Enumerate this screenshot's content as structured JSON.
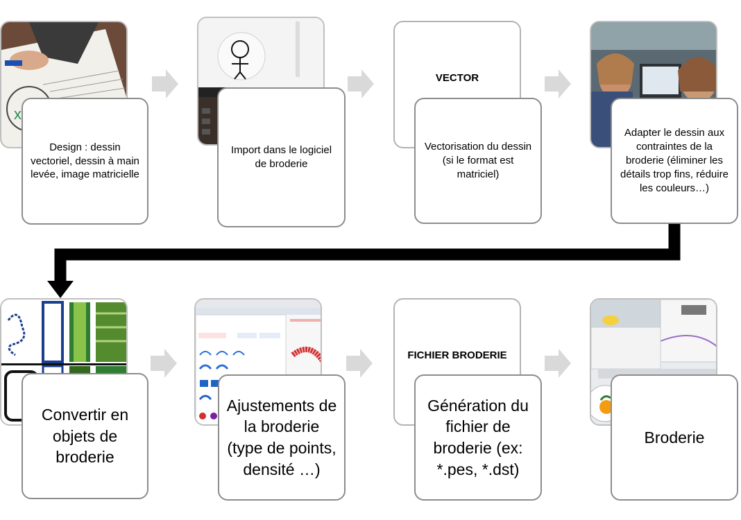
{
  "steps": [
    {
      "id": "design",
      "tile_type": "photo",
      "tile_text": "",
      "caption": "Design : dessin vectoriel, dessin à main levée, image matricielle"
    },
    {
      "id": "import",
      "tile_type": "photo",
      "tile_text": "",
      "caption": "Import dans le logiciel de broderie"
    },
    {
      "id": "vector",
      "tile_type": "text",
      "tile_text": "VECTOR",
      "caption": "Vectorisation du dessin (si le format est matriciel)"
    },
    {
      "id": "adapt",
      "tile_type": "photo",
      "tile_text": "",
      "caption": "Adapter le dessin aux contraintes de la broderie (éliminer les détails trop fins, réduire les couleurs…)"
    },
    {
      "id": "convert",
      "tile_type": "photo",
      "tile_text": "",
      "caption": "Convertir en objets de broderie"
    },
    {
      "id": "adjust",
      "tile_type": "photo",
      "tile_text": "",
      "caption": "Ajustements de la broderie (type de points, densité …)"
    },
    {
      "id": "file",
      "tile_type": "text",
      "tile_text": "FICHIER BRODERIE",
      "caption": "Génération du fichier de broderie (ex: *.pes, *.dst)"
    },
    {
      "id": "embroidery",
      "tile_type": "photo",
      "tile_text": "",
      "caption": "Broderie"
    }
  ],
  "colors": {
    "arrow": "#d9d9d9",
    "connector": "#000000",
    "card_border": "#8c8c8c"
  }
}
